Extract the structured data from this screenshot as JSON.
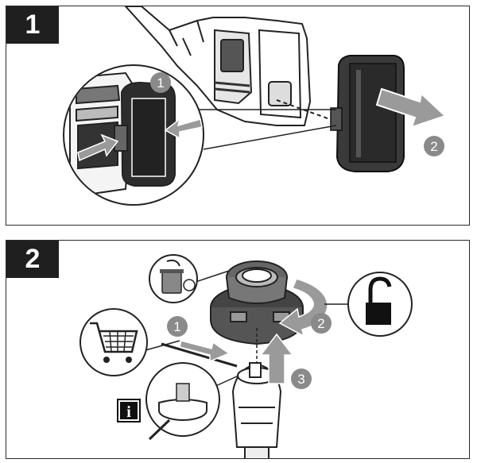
{
  "steps": [
    {
      "number": "1",
      "callouts": [
        "1",
        "2"
      ]
    },
    {
      "number": "2",
      "callouts": [
        "1",
        "2",
        "3"
      ],
      "info_icon": "i"
    }
  ],
  "icons": {
    "panel1": [
      "battery-pack-icon",
      "release-button-icon",
      "pull-arrow-icon"
    ],
    "panel2": [
      "trash-bin-icon",
      "shopping-cart-icon",
      "unlock-padlock-icon",
      "info-icon",
      "rotate-arrow-icon",
      "up-arrow-icon"
    ]
  },
  "colors": {
    "tab": "#1f1f1f",
    "badge": "#8a8a8a",
    "arrow": "#9a9a9a",
    "line": "#222222"
  }
}
